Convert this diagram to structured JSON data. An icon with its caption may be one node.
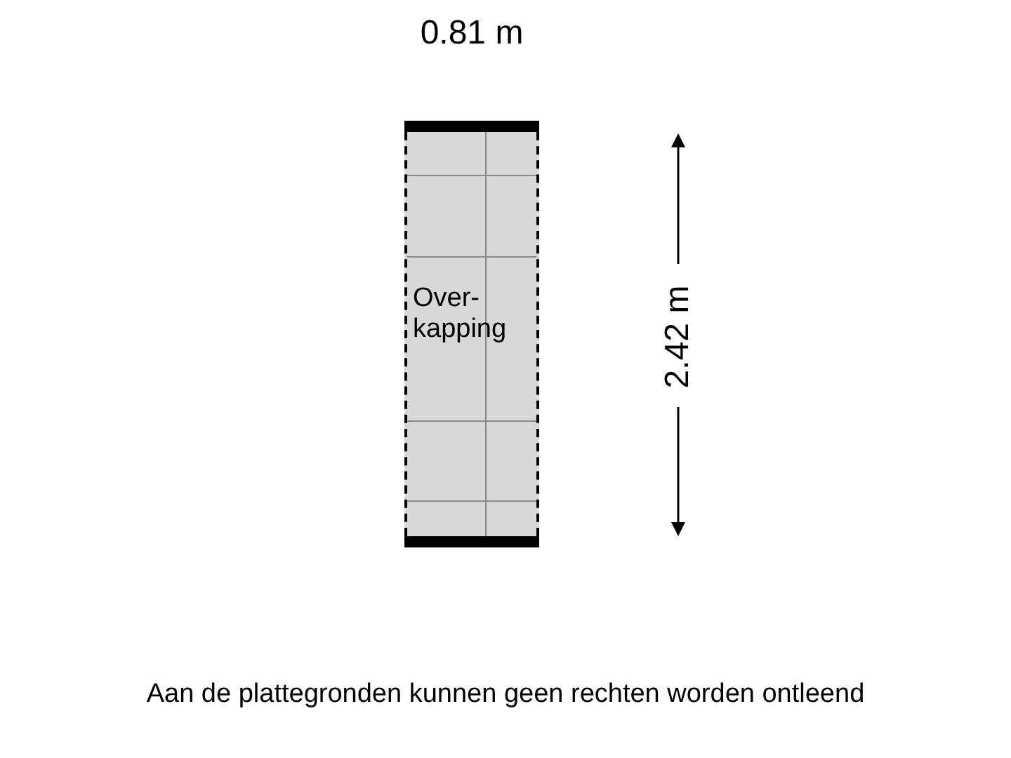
{
  "diagram": {
    "nodes": [
      {
        "text": [
          "Over- kapping"
        ]
      }
    ],
    "edges": [],
    "labels": [
      "0.81 m",
      "2.42 m",
      "Aan de plattegronden kunnen geen rechten worden ontleend"
    ]
  }
}
